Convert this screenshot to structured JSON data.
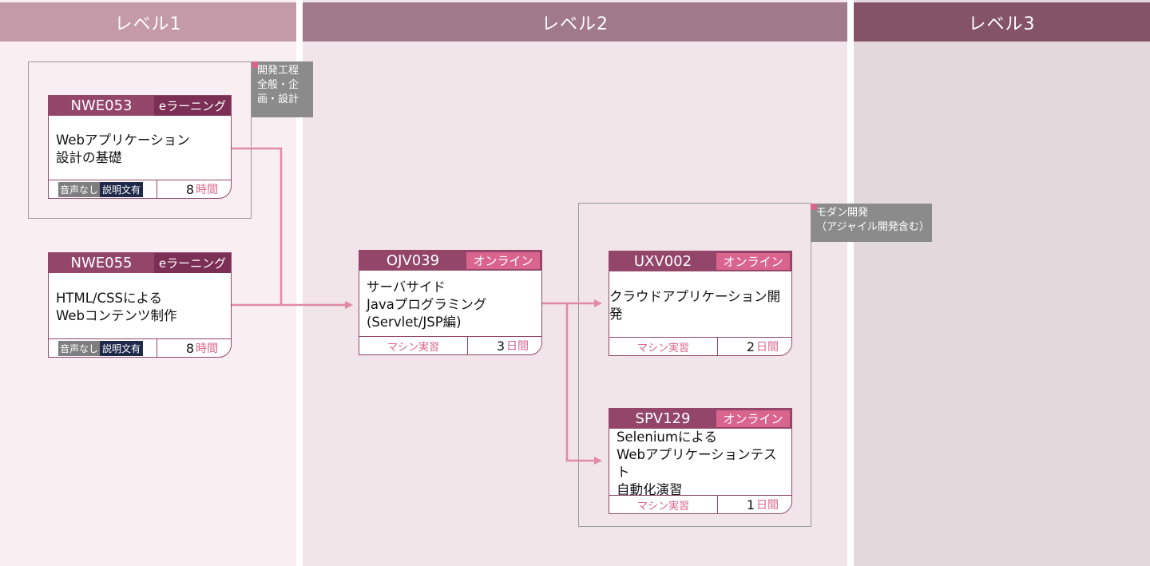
{
  "columns": [
    {
      "label": "レベル1"
    },
    {
      "label": "レベル2"
    },
    {
      "label": "レベル3"
    }
  ],
  "groups": [
    {
      "tag": [
        "開発工程",
        "全般・企",
        "画・設計"
      ]
    },
    {
      "tag": [
        "モダン開発",
        "（アジャイル開発含む）"
      ]
    }
  ],
  "cards": {
    "nwe053": {
      "code": "NWE053",
      "type": "eラーニング",
      "title": [
        "Webアプリケーション",
        "設計の基礎"
      ],
      "chips": [
        "音声なし",
        "説明文有"
      ],
      "duration": "8",
      "unit": "時間"
    },
    "nwe055": {
      "code": "NWE055",
      "type": "eラーニング",
      "title": [
        "HTML/CSSによる",
        "Webコンテンツ制作"
      ],
      "chips": [
        "音声なし",
        "説明文有"
      ],
      "duration": "8",
      "unit": "時間"
    },
    "ojv039": {
      "code": "OJV039",
      "type": "オンライン",
      "title": [
        "サーバサイド",
        "Javaプログラミング",
        "(Servlet/JSP編)"
      ],
      "method": "マシン実習",
      "duration": "3",
      "unit": "日間"
    },
    "uxv002": {
      "code": "UXV002",
      "type": "オンライン",
      "title": [
        "クラウドアプリケーション開発"
      ],
      "method": "マシン実習",
      "duration": "2",
      "unit": "日間"
    },
    "spv129": {
      "code": "SPV129",
      "type": "オンライン",
      "title": [
        "Seleniumによる",
        "Webアプリケーションテスト",
        "自動化演習"
      ],
      "method": "マシン実習",
      "duration": "1",
      "unit": "日間"
    }
  },
  "colors": {
    "accent": "#93466a",
    "pink": "#d9658e",
    "arrow": "#e08aa5"
  }
}
